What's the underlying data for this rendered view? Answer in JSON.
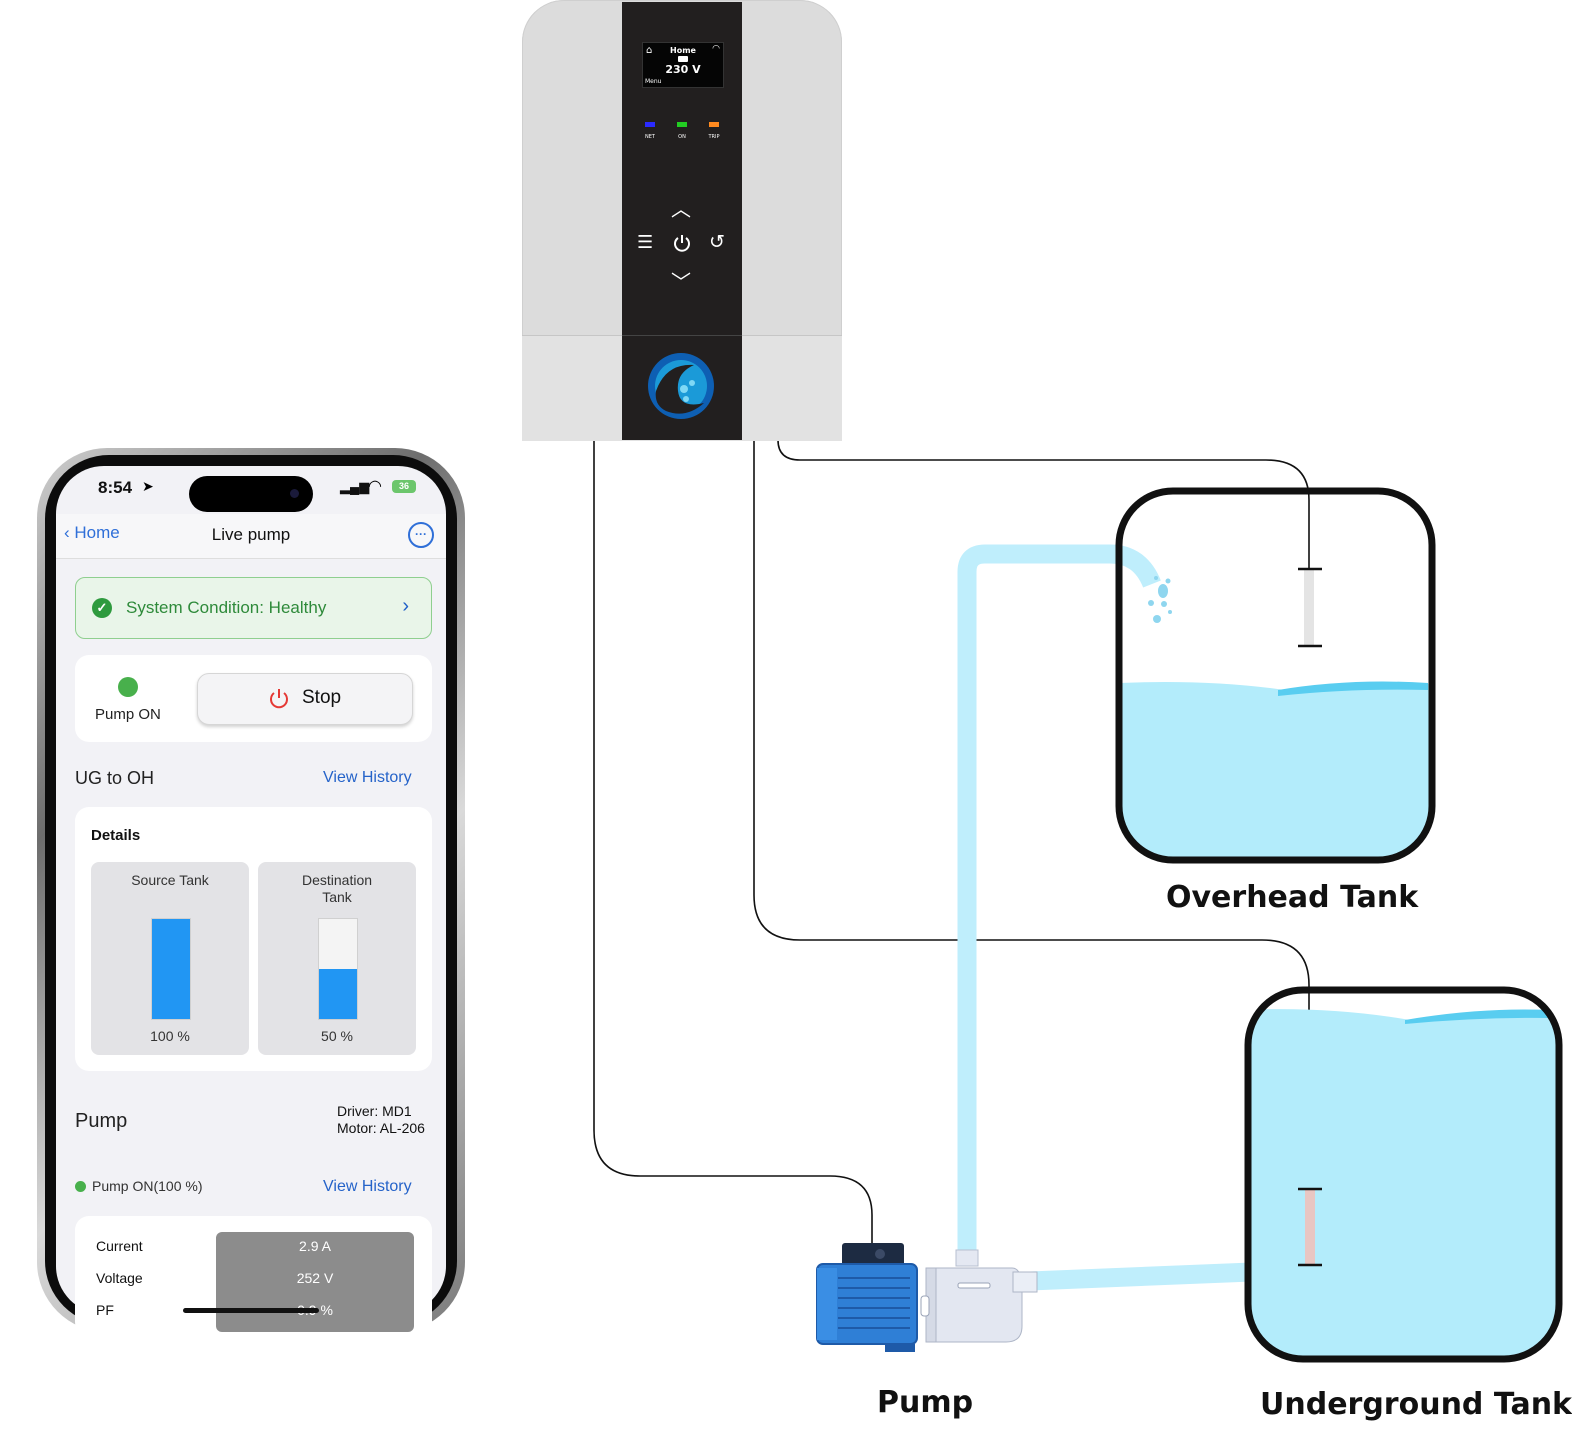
{
  "labels": {
    "overhead_tank": "Overhead Tank",
    "underground_tank": "Underground Tank",
    "pump": "Pump"
  },
  "colors": {
    "water": "#b3ecfb",
    "water_wave": "#59cdf0",
    "pipe": "#bfeefc",
    "pump_body": "#2f7fd6",
    "wire": "#111111",
    "accent_link": "#2563c9",
    "healthy_green": "#2e8a3a"
  },
  "controller": {
    "screen_title": "Home",
    "screen_value": "230 V",
    "screen_menu": "Menu",
    "leds": [
      {
        "label": "NET",
        "color": "#2a2aff"
      },
      {
        "label": "ON",
        "color": "#22cc22"
      },
      {
        "label": "TRIP",
        "color": "#ff8a1f"
      }
    ],
    "icons": [
      "up-arrow",
      "menu",
      "power",
      "reset",
      "down-arrow"
    ]
  },
  "tank_levels": {
    "overhead_fill": 0.58,
    "underground_fill": 0.95
  },
  "app": {
    "status_time": "8:54",
    "battery": "36",
    "nav_back": "Home",
    "nav_title": "Live pump",
    "condition": "System Condition: Healthy",
    "pump_state": "Pump ON",
    "stop_label": "Stop",
    "route_title": "UG to OH",
    "view_history": "View History",
    "tanks_header": "Details",
    "tanks": [
      {
        "name": "Source Tank",
        "percent": "100 %",
        "fill": 1.0
      },
      {
        "name": "Destination Tank",
        "percent": "50 %",
        "fill": 0.5
      }
    ],
    "pump_title": "Pump",
    "driver": "Driver: MD1",
    "motor": "Motor: AL-206",
    "pump_status": "Pump ON(100 %)",
    "pump_history": "View History",
    "metrics": [
      {
        "label": "Current",
        "value": "2.9 A"
      },
      {
        "label": "Voltage",
        "value": "252 V"
      },
      {
        "label": "PF",
        "value": "0.9 %"
      }
    ]
  }
}
